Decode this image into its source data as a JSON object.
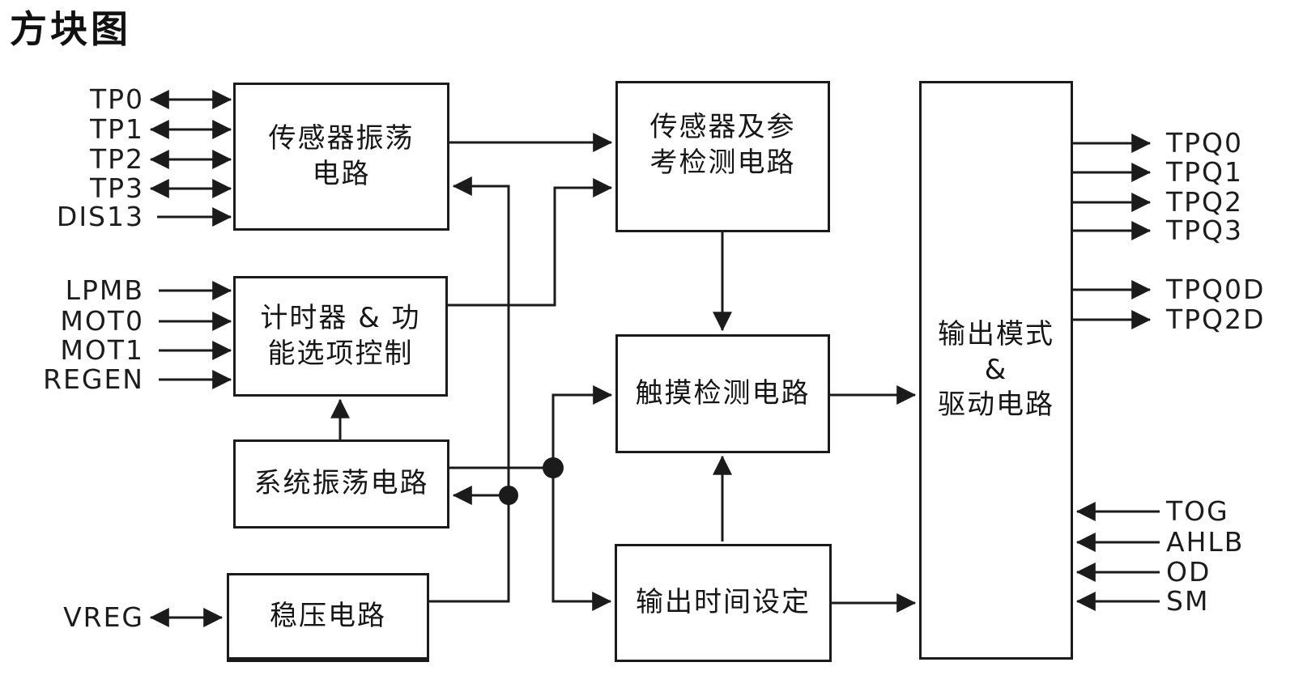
{
  "title": "方块图",
  "colors": {
    "ink": "#1b1b1b",
    "background": "#ffffff"
  },
  "blocks": {
    "sensor_osc": "传感器振荡\n电路",
    "sensor_ref": "传感器及参\n考检测电路",
    "timer": "计时器 & 功\n能选项控制",
    "sys_osc": "系统振荡电路",
    "regulator": "稳压电路",
    "touch": "触摸检测电路",
    "out_time": "输出时间设定",
    "out_mode": "输出模式\n&\n驱动电路"
  },
  "pins": {
    "tp0": "TP0",
    "tp1": "TP1",
    "tp2": "TP2",
    "tp3": "TP3",
    "dis13": "DIS13",
    "lpmb": "LPMB",
    "mot0": "MOT0",
    "mot1": "MOT1",
    "regen": "REGEN",
    "vreg": "VREG",
    "tpq0": "TPQ0",
    "tpq1": "TPQ1",
    "tpq2": "TPQ2",
    "tpq3": "TPQ3",
    "tpq0d": "TPQ0D",
    "tpq2d": "TPQ2D",
    "tog": "TOG",
    "ahlb": "AHLB",
    "od": "OD",
    "sm": "SM"
  }
}
